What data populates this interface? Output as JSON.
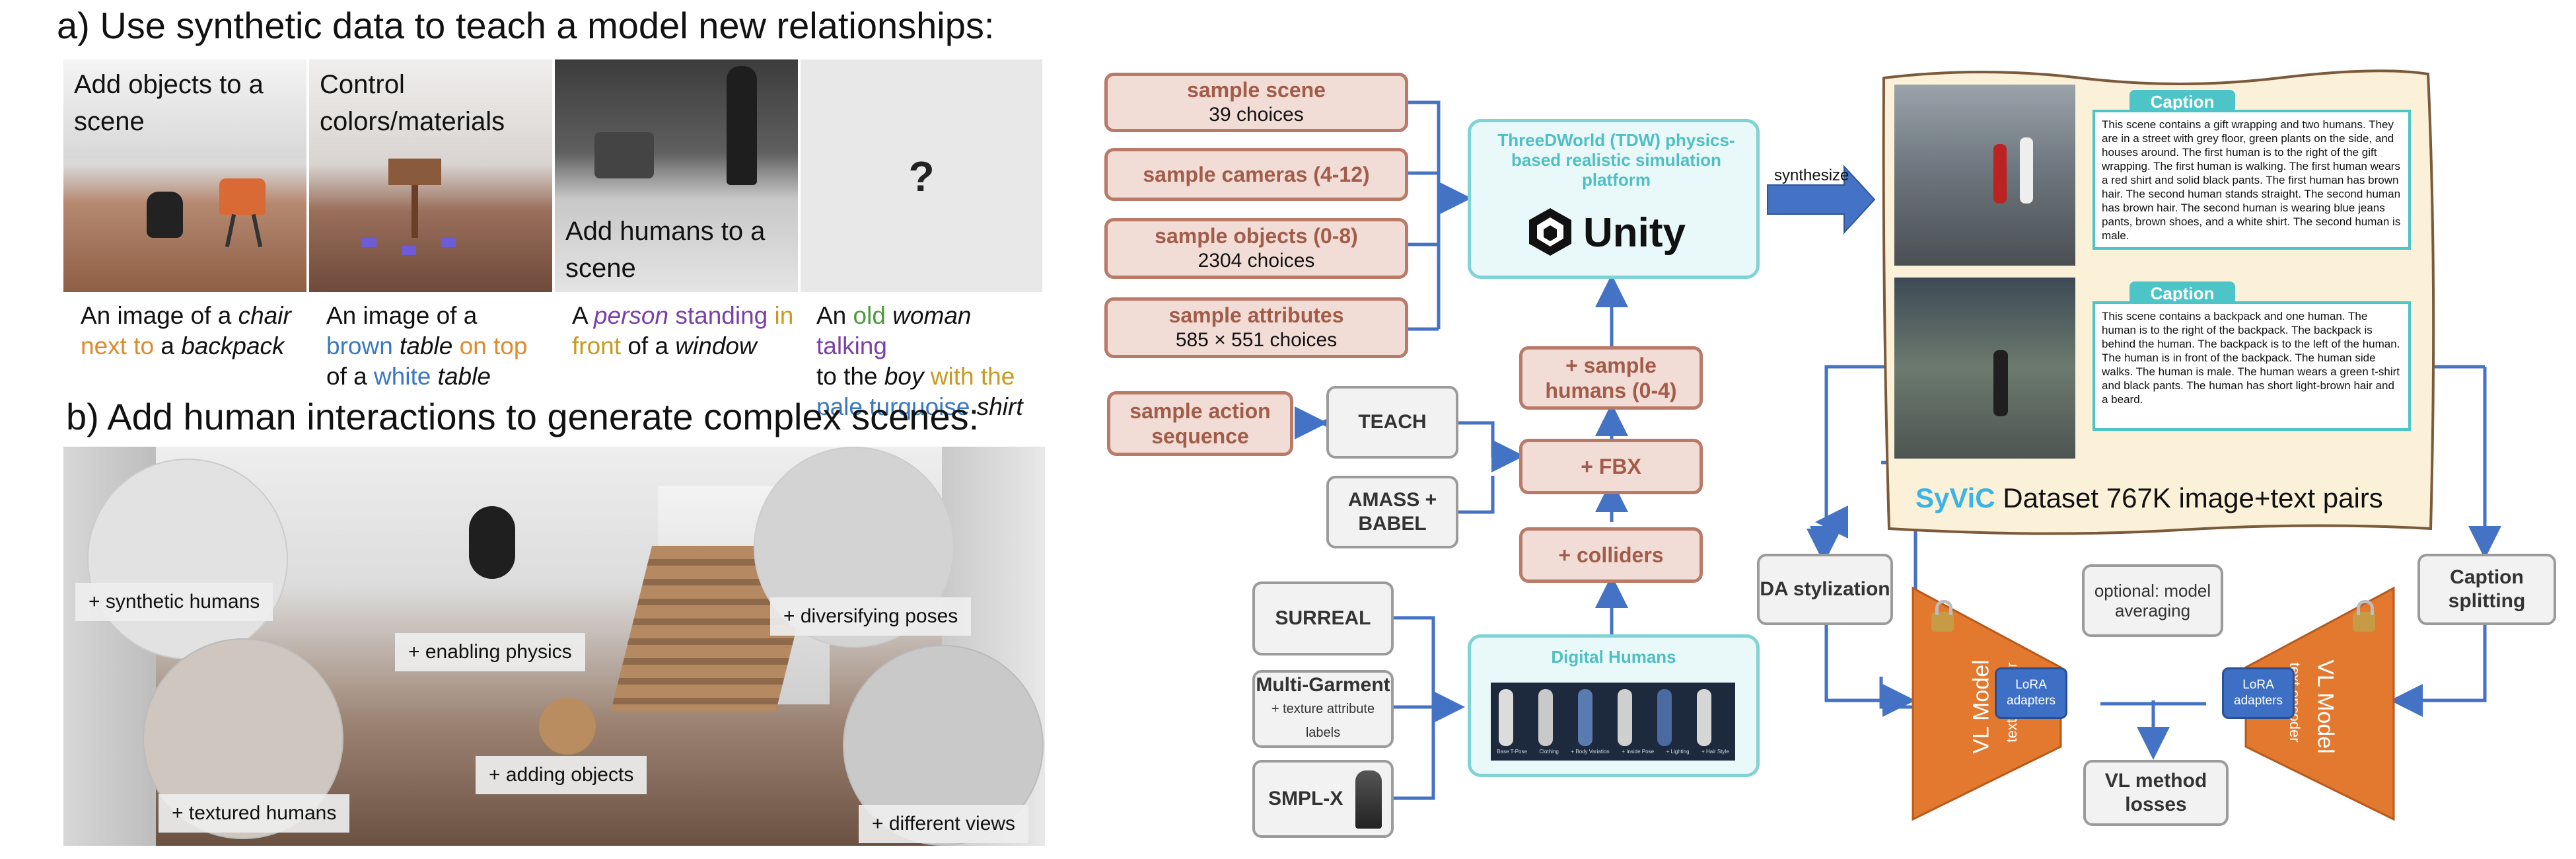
{
  "left": {
    "title_a": "a) Use synthetic data to teach a model new relationships:",
    "title_b": "b) Add human interactions to generate complex scenes:",
    "panels": [
      {
        "overlay": "Add objects to a scene",
        "caption_parts": [
          "An image of a ",
          "chair",
          " next to",
          " a ",
          "backpack"
        ]
      },
      {
        "overlay": "Control colors/materials",
        "caption_parts": [
          "An image of a ",
          "brown",
          " table",
          " on top",
          " of a ",
          "white",
          " table"
        ]
      },
      {
        "overlay": "Add humans to a scene",
        "caption_parts": [
          "A ",
          "person",
          " standing",
          " in front",
          " of a ",
          "window"
        ]
      },
      {
        "overlay": "?",
        "caption_parts": [
          "An ",
          "old",
          " woman",
          " talking",
          " to the ",
          "boy",
          " with the ",
          "pale turquoise",
          " shirt"
        ]
      }
    ],
    "scene_tags": {
      "synthetic_humans": "+ synthetic humans",
      "enabling_physics": "+ enabling physics",
      "diversifying_poses": "+ diversifying poses",
      "adding_objects": "+ adding objects",
      "textured_humans": "+ textured humans",
      "different_views": "+ different views"
    }
  },
  "diagram": {
    "sample_scene": {
      "label": "sample scene",
      "sub": "39 choices"
    },
    "sample_cameras": {
      "label": "sample cameras (4-12)"
    },
    "sample_objects": {
      "label": "sample objects (0-8)",
      "sub": "2304 choices"
    },
    "sample_attributes": {
      "label": "sample attributes",
      "sub": "585 × 551 choices"
    },
    "sample_action": {
      "label": "sample action sequence"
    },
    "teach": "TEACH",
    "amass": "AMASS + BABEL",
    "sample_humans": "+ sample humans (0-4)",
    "fbx": "+ FBX",
    "colliders": "+ colliders",
    "surreal": "SURREAL",
    "multigarment": {
      "label": "Multi-Garment",
      "sub": "+ texture attribute labels"
    },
    "smplx": "SMPL-X",
    "tdw": {
      "title": "ThreeDWorld (TDW) physics-based realistic simulation platform",
      "logo_text": "Unity"
    },
    "digital_humans": {
      "title": "Digital Humans",
      "figure_labels": [
        "Base T-Pose",
        "Clothing",
        "+ Body Variation",
        "+ Inside Pose",
        "+ Lighting",
        "+ Hair Style"
      ]
    },
    "synthesize": "synthesize",
    "caption_head": "Caption",
    "caption1": "This scene contains a gift wrapping and two humans. They are in a street with grey floor, green plants on the side, and houses around. The first human is to the right of the gift wrapping. The first human is walking. The first human wears a red shirt and solid black pants. The first human has brown hair. The second human stands straight. The second human has brown hair. The second human is wearing blue jeans pants, brown shoes, and a white shirt. The second human is male.",
    "caption2": "This scene contains a backpack and one human. The human is to the right of the backpack. The backpack is behind the human. The backpack is to the left of the human. The human is in front of the backpack. The human side walks. The human is male. The human wears a green t-shirt and black pants. The human has short light-brown hair and a beard.",
    "dataset_name": "SyViC",
    "dataset_rest": " Dataset 767K image+text pairs",
    "da_stylization": "DA stylization",
    "caption_splitting": "Caption splitting",
    "optional": "optional: model averaging",
    "vl_model": "VL Model",
    "text_encoder": "text encoder",
    "lora": "LoRA adapters",
    "vl_losses": "VL method losses"
  },
  "colors": {
    "pink_border": "#b97a68",
    "pink_fill": "#f2dcd6",
    "teal": "#7fd3d6",
    "orange": "#e2792f",
    "arrow_blue": "#4472c4",
    "syvic_blue": "#3bb3e6"
  }
}
